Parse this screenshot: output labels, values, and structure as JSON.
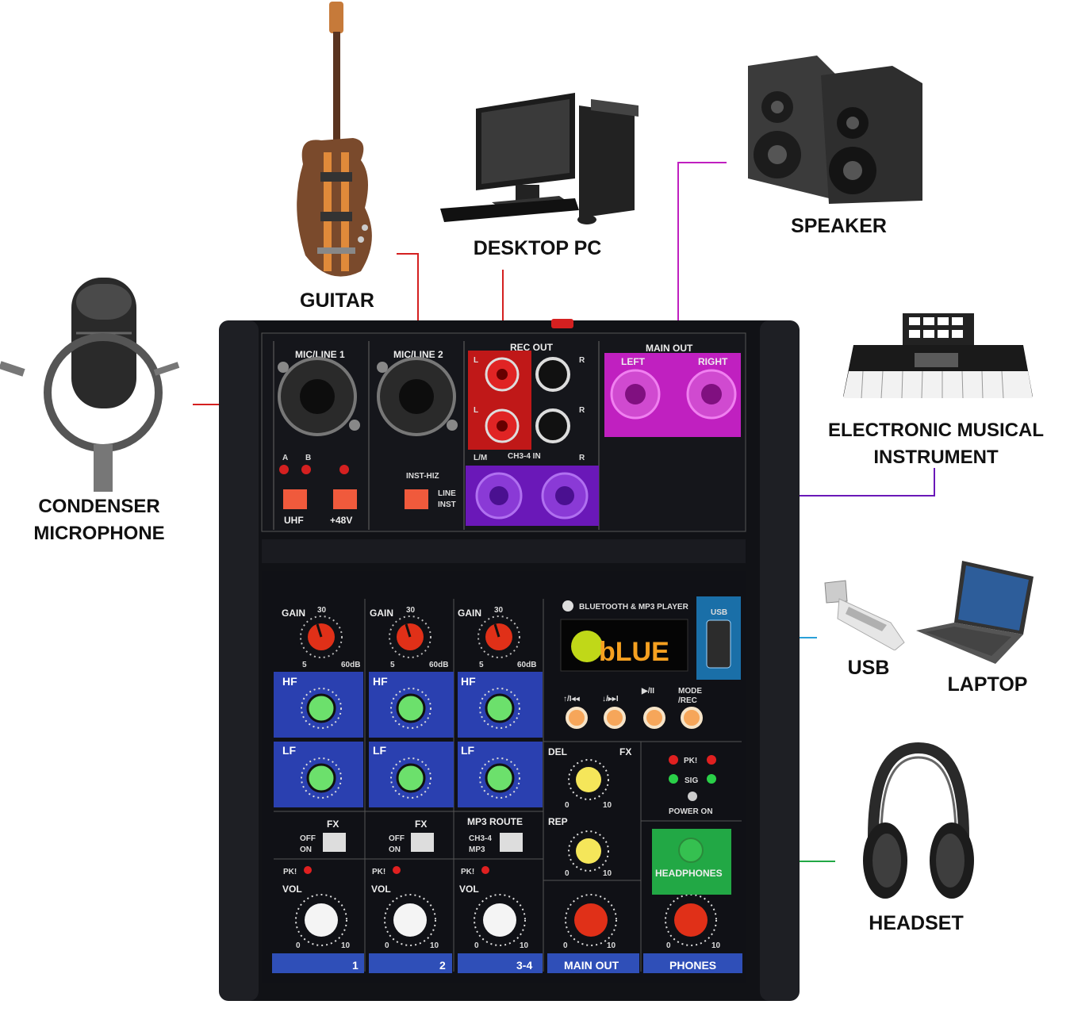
{
  "devices": {
    "guitar": "GUITAR",
    "desktop_pc": "DESKTOP PC",
    "speaker": "SPEAKER",
    "condenser_microphone": [
      "CONDENSER",
      "MICROPHONE"
    ],
    "electronic_instrument": [
      "ELECTRONIC MUSICAL",
      "INSTRUMENT"
    ],
    "usb": "USB",
    "laptop": "LAPTOP",
    "headset": "HEADSET"
  },
  "panel": {
    "mic_line_1": "MIC/LINE 1",
    "mic_line_2": "MIC/LINE 2",
    "rec_out": "REC OUT",
    "main_out": "MAIN OUT",
    "left": "LEFT",
    "right": "RIGHT",
    "l": "L",
    "r": "R",
    "lm": "L/M",
    "ch34_in": "CH3-4 IN",
    "a": "A",
    "b": "B",
    "uhf": "UHF",
    "phantom": "+48V",
    "inst_hiz": "INST-HIZ",
    "line": "LINE",
    "inst": "INST",
    "gain": "GAIN",
    "gain_30": "30",
    "gain_5": "5",
    "gain_60db": "60dB",
    "hf": "HF",
    "lf": "LF",
    "bt_player": "BLUETOOTH & MP3 PLAYER",
    "usb_port": "USB",
    "display_text": "bLUE",
    "prev": "↑/I◂◂",
    "next": "↓/▸▸I",
    "play": "▶/II",
    "mode_rec": [
      "MODE",
      "/REC"
    ],
    "del": "DEL",
    "fx": "FX",
    "rep": "REP",
    "pk": "PK!",
    "sig": "SIG",
    "power_on": "POWER ON",
    "headphones": "HEADPHONES",
    "off": "OFF",
    "on": "ON",
    "mp3_route": "MP3 ROUTE",
    "ch34": "CH3-4",
    "mp3": "MP3",
    "vol": "VOL",
    "vol_0": "0",
    "vol_10": "10",
    "strip": [
      "1",
      "2",
      "3-4",
      "MAIN OUT",
      "PHONES"
    ]
  },
  "colors": {
    "mic_line": "#d42020",
    "rec_out_box": "#c01818",
    "main_out_box": "#c020c0",
    "ch34_box": "#6a18b8",
    "usb_line": "#2aa0d8",
    "headphones_box": "#22a845",
    "eq_blue": "#2a40b0",
    "strip_blue": "#2f4fb8"
  }
}
